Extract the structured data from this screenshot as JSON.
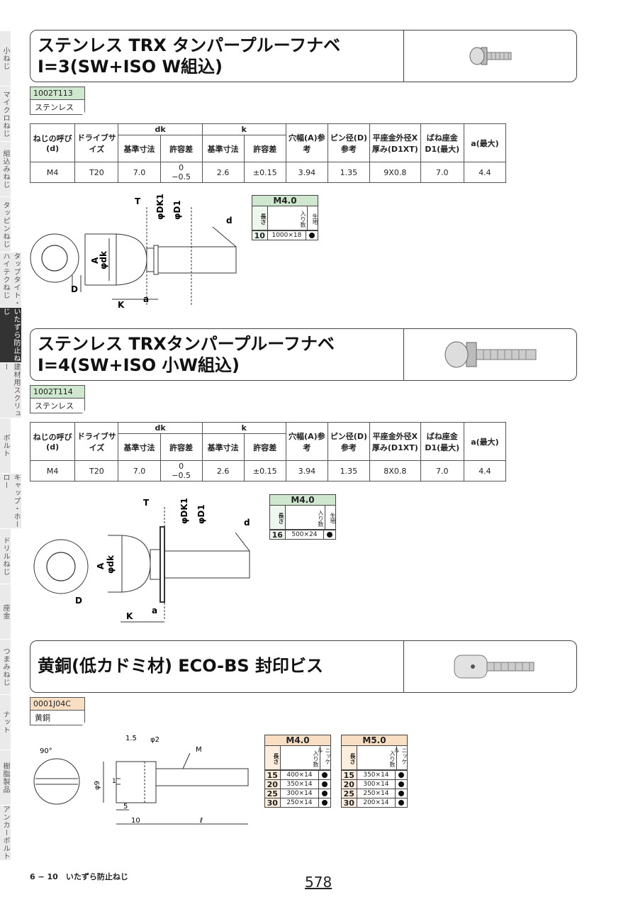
{
  "side_tabs": [
    "小ねじ",
    "マイクロねじ",
    "組込みねじ",
    "タッピンねじ",
    "タップタイト・ハイテクねじ",
    "いたずら防止ねじ",
    "建材用スクリュー",
    "ボルト",
    "キャップ・ホーロー",
    "ドリルねじ",
    "座金",
    "つまみねじ",
    "ナット",
    "樹脂製品",
    "アンカーボルト"
  ],
  "product1": {
    "title_line1": "ステンレス TRX タンパープルーフナベ",
    "title_line2": "I=3(SW+ISO W組込)",
    "code": "1002T113",
    "material": "ステンレス",
    "table": {
      "h_size": "ねじの呼び(d)",
      "h_drive": "ドライブサイズ",
      "h_dk": "dk",
      "h_k": "k",
      "h_std": "基準寸法",
      "h_tol": "許容差",
      "h_hole": "穴幅(A)参考",
      "h_pin": "ピン径(D)参考",
      "h_flat": "平座金外径X厚み(D1XT)",
      "h_spring": "ばね座金D1(最大)",
      "h_a": "a(最大)",
      "size": "M4",
      "drive": "T20",
      "dk_std": "7.0",
      "dk_tol_top": "0",
      "dk_tol_bot": "−0.5",
      "k_std": "2.6",
      "k_tol": "±0.15",
      "hole": "3.94",
      "pin": "1.35",
      "flat": "9X0.8",
      "spring": "7.0",
      "a": "4.4"
    },
    "qty": {
      "size": "M4.0",
      "h_len": "長さ",
      "h_qty": "入り数",
      "h_kind": "生地",
      "rows": [
        {
          "len": "10",
          "qty": "1000×18"
        }
      ]
    },
    "dims": {
      "T": "T",
      "DK1": "φDK1",
      "D1": "φD1",
      "d": "d",
      "A": "A",
      "dk": "φdk",
      "D": "D",
      "K": "K",
      "a": "a"
    }
  },
  "product2": {
    "title_line1": "ステンレス TRXタンパープルーフナベ",
    "title_line2": "I=4(SW+ISO 小W組込)",
    "code": "1002T114",
    "material": "ステンレス",
    "table": {
      "size": "M4",
      "drive": "T20",
      "dk_std": "7.0",
      "dk_tol_top": "0",
      "dk_tol_bot": "−0.5",
      "k_std": "2.6",
      "k_tol": "±0.15",
      "hole": "3.94",
      "pin": "1.35",
      "flat": "8X0.8",
      "spring": "7.0",
      "a": "4.4"
    },
    "qty": {
      "size": "M4.0",
      "h_len": "長さ",
      "h_qty": "入り数",
      "h_kind": "生地",
      "rows": [
        {
          "len": "16",
          "qty": "500×24"
        }
      ]
    }
  },
  "product3": {
    "title": "黄銅(低カドミ材) ECO-BS 封印ビス",
    "code": "0001J04C",
    "material": "黄銅",
    "qty_m4": {
      "size": "M4.0",
      "h_len": "長さ",
      "h_qty": "入り数",
      "h_kind": "ニッケル",
      "rows": [
        {
          "len": "15",
          "qty": "400×14"
        },
        {
          "len": "20",
          "qty": "350×14"
        },
        {
          "len": "25",
          "qty": "300×14"
        },
        {
          "len": "30",
          "qty": "250×14"
        }
      ]
    },
    "qty_m5": {
      "size": "M5.0",
      "h_len": "長さ",
      "h_qty": "入り数",
      "h_kind": "ニッケル",
      "rows": [
        {
          "len": "15",
          "qty": "350×14"
        },
        {
          "len": "20",
          "qty": "300×14"
        },
        {
          "len": "25",
          "qty": "250×14"
        },
        {
          "len": "30",
          "qty": "200×14"
        }
      ]
    },
    "dims": {
      "angle": "90°",
      "d15": "1.5",
      "phi2": "φ2",
      "M": "M",
      "phi9": "φ9",
      "one": "1",
      "five": "5",
      "ten": "10",
      "l": "ℓ"
    }
  },
  "footer": {
    "section": "6 − 10　いたずら防止ねじ",
    "page": "578"
  }
}
